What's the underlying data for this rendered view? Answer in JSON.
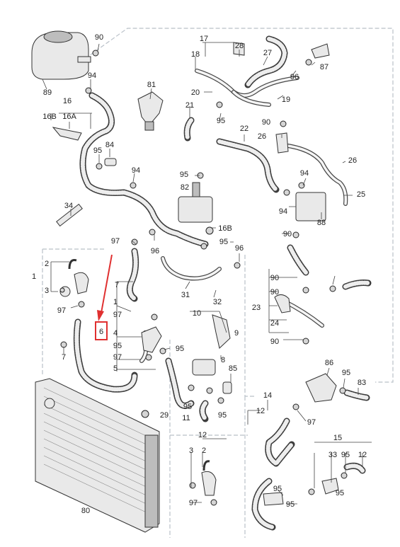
{
  "highlight": {
    "label": "6",
    "arrow_color": "#e03030",
    "box_color": "#e03030"
  },
  "callouts": [
    {
      "id": "c90a",
      "text": "90"
    },
    {
      "id": "c89",
      "text": "89"
    },
    {
      "id": "c94a",
      "text": "94"
    },
    {
      "id": "c16",
      "text": "16"
    },
    {
      "id": "c16b",
      "text": "16B"
    },
    {
      "id": "c16a",
      "text": "16A"
    },
    {
      "id": "c95a",
      "text": "95"
    },
    {
      "id": "c84",
      "text": "84"
    },
    {
      "id": "c94b",
      "text": "94"
    },
    {
      "id": "c81",
      "text": "81"
    },
    {
      "id": "c17",
      "text": "17"
    },
    {
      "id": "c18",
      "text": "18"
    },
    {
      "id": "c28",
      "text": "28"
    },
    {
      "id": "c27",
      "text": "27"
    },
    {
      "id": "c87",
      "text": "87"
    },
    {
      "id": "c96a",
      "text": "96"
    },
    {
      "id": "c20",
      "text": "20"
    },
    {
      "id": "c19",
      "text": "19"
    },
    {
      "id": "c21",
      "text": "21"
    },
    {
      "id": "c95b",
      "text": "95"
    },
    {
      "id": "c22",
      "text": "22"
    },
    {
      "id": "c90b",
      "text": "90"
    },
    {
      "id": "c26a",
      "text": "26"
    },
    {
      "id": "c26b",
      "text": "26"
    },
    {
      "id": "c95c",
      "text": "95"
    },
    {
      "id": "c82",
      "text": "82"
    },
    {
      "id": "c94c",
      "text": "94"
    },
    {
      "id": "c25",
      "text": "25"
    },
    {
      "id": "c94d",
      "text": "94"
    },
    {
      "id": "c88",
      "text": "88"
    },
    {
      "id": "c34",
      "text": "34"
    },
    {
      "id": "c16b2",
      "text": "16B"
    },
    {
      "id": "c97a",
      "text": "97"
    },
    {
      "id": "c96b",
      "text": "96"
    },
    {
      "id": "c95d",
      "text": "95"
    },
    {
      "id": "c96c",
      "text": "96"
    },
    {
      "id": "c90c",
      "text": "90"
    },
    {
      "id": "c2a",
      "text": "2"
    },
    {
      "id": "c1a",
      "text": "1"
    },
    {
      "id": "c3a",
      "text": "3"
    },
    {
      "id": "c97b",
      "text": "97"
    },
    {
      "id": "c7a",
      "text": "7"
    },
    {
      "id": "c7b",
      "text": "7"
    },
    {
      "id": "c1b",
      "text": "1"
    },
    {
      "id": "c97c",
      "text": "97"
    },
    {
      "id": "c4",
      "text": "4"
    },
    {
      "id": "c95e",
      "text": "95"
    },
    {
      "id": "c97d",
      "text": "97"
    },
    {
      "id": "c5",
      "text": "5"
    },
    {
      "id": "c95f",
      "text": "95"
    },
    {
      "id": "c31",
      "text": "31"
    },
    {
      "id": "c32",
      "text": "32"
    },
    {
      "id": "c10",
      "text": "10"
    },
    {
      "id": "c9",
      "text": "9"
    },
    {
      "id": "c8",
      "text": "8"
    },
    {
      "id": "c85",
      "text": "85"
    },
    {
      "id": "c95g",
      "text": "95"
    },
    {
      "id": "c11",
      "text": "11"
    },
    {
      "id": "c95h",
      "text": "95"
    },
    {
      "id": "c29",
      "text": "29"
    },
    {
      "id": "c90d",
      "text": "90"
    },
    {
      "id": "c90e",
      "text": "90"
    },
    {
      "id": "c23",
      "text": "23"
    },
    {
      "id": "c24",
      "text": "24"
    },
    {
      "id": "c90f",
      "text": "90"
    },
    {
      "id": "c86",
      "text": "86"
    },
    {
      "id": "c95i",
      "text": "95"
    },
    {
      "id": "c83",
      "text": "83"
    },
    {
      "id": "c14",
      "text": "14"
    },
    {
      "id": "c12a",
      "text": "12"
    },
    {
      "id": "c97e",
      "text": "97"
    },
    {
      "id": "c12b",
      "text": "12"
    },
    {
      "id": "c3b",
      "text": "3"
    },
    {
      "id": "c2b",
      "text": "2"
    },
    {
      "id": "c97f",
      "text": "97"
    },
    {
      "id": "c80",
      "text": "80"
    },
    {
      "id": "c15",
      "text": "15"
    },
    {
      "id": "c33",
      "text": "33"
    },
    {
      "id": "c95j",
      "text": "95"
    },
    {
      "id": "c12c",
      "text": "12"
    },
    {
      "id": "c95k",
      "text": "95"
    },
    {
      "id": "c95l",
      "text": "95"
    },
    {
      "id": "c95m",
      "text": "95"
    }
  ]
}
